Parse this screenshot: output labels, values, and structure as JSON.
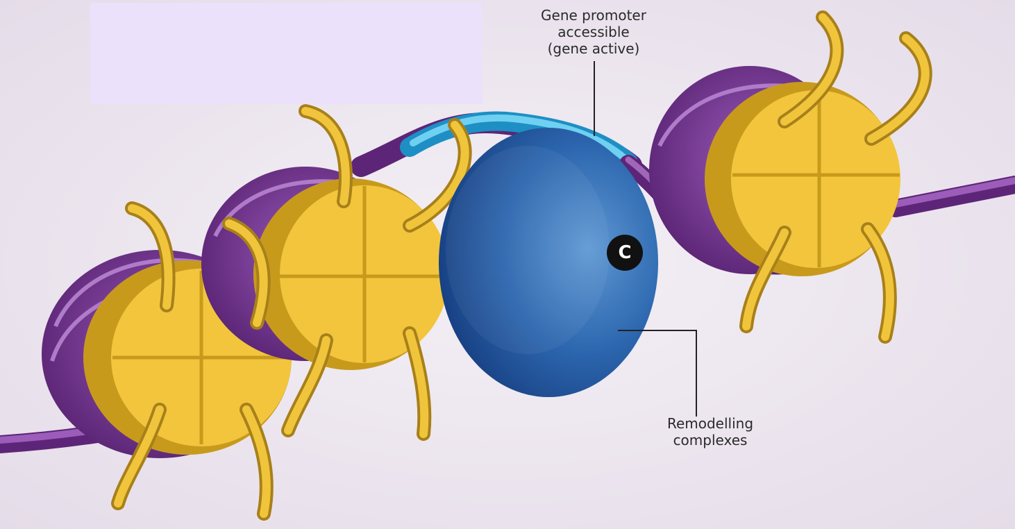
{
  "labels": {
    "promoter_line1": "Gene promoter",
    "promoter_line2": "accessible",
    "promoter_line3": "(gene active)",
    "remodelling_line1": "Remodelling",
    "remodelling_line2": "complexes"
  },
  "badge": {
    "letter": "C"
  },
  "colors": {
    "background": "#ede6ef",
    "overlay_box": "#ece1fb",
    "dna_strand": "#7a3c96",
    "dna_strand_light": "#a066b8",
    "promoter_dna": "#3bb4e3",
    "histone": "#f2c53d",
    "histone_shadow": "#c89a1c",
    "histone_tail": "#e3b83a",
    "remodelling_complex": "#2f6bb3",
    "badge": "#111111",
    "leader_line": "#222222"
  }
}
